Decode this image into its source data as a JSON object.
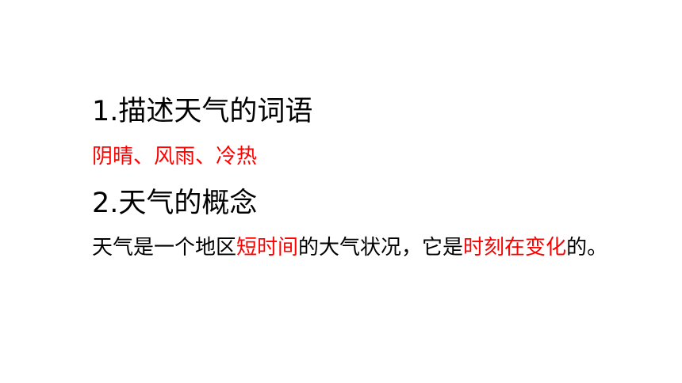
{
  "section1": {
    "heading": "1.描述天气的词语",
    "answer": "阴晴、风雨、冷热"
  },
  "section2": {
    "heading": "2.天气的概念",
    "definition": {
      "part1": "天气是一个地区",
      "highlight1": "短时间",
      "part2": "的大气状况，它是",
      "highlight2": "时刻在变化",
      "part3": "的。"
    }
  },
  "colors": {
    "text": "#000000",
    "highlight": "#ff0000",
    "background": "#ffffff"
  }
}
